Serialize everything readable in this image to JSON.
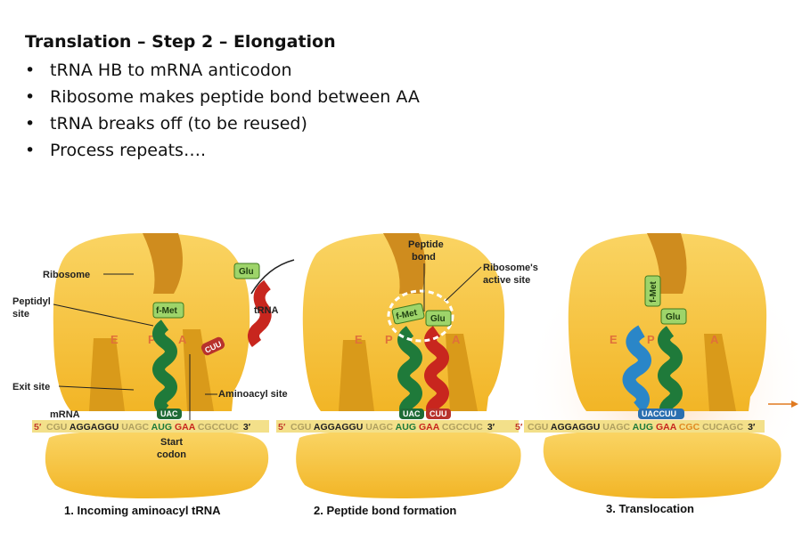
{
  "slide": {
    "title": "Translation – Step 2 – Elongation",
    "bullets": [
      "tRNA HB to mRNA anticodon",
      "Ribosome makes peptide bond between AA",
      "tRNA breaks off (to be reused)",
      "Process repeats…."
    ]
  },
  "figure": {
    "labels": {
      "ribosome": "Ribosome",
      "peptidyl_site_1": "Peptidyl",
      "peptidyl_site_2": "site",
      "exit_site": "Exit site",
      "mrna": "mRNA",
      "trna": "tRNA",
      "aminoacyl_site": "Aminoacyl site",
      "start_codon_1": "Start",
      "start_codon_2": "codon",
      "peptide_bond_1": "Peptide",
      "peptide_bond_2": "bond",
      "active_site_1": "Ribosome's",
      "active_site_2": "active site"
    },
    "sites": {
      "e": "E",
      "p": "P",
      "a": "A"
    },
    "amino_acids": {
      "fmet": "f-Met",
      "glu": "Glu"
    },
    "anticodons": {
      "uac": "UAC",
      "cuu": "CUU",
      "uaccuu": "UACCUU"
    },
    "mrna": {
      "five": "5′",
      "three": "3′",
      "seg1": "CGU",
      "seg2": "AGGAGGU",
      "seg3": "UAGC",
      "seg4": "AUG",
      "seg5": "GAA",
      "seg6": "CGCCUC",
      "seg6b": "CGC",
      "seg6c": "CUCAGC"
    },
    "captions": [
      "1. Incoming aminoacyl tRNA",
      "2. Peptide bond formation",
      "3. Translocation"
    ],
    "colors": {
      "ribosome": "#f7c233",
      "ribosome_dark": "#d99a1a",
      "trna_green": "#1f7a3a",
      "trna_red": "#c8261e",
      "trna_blue": "#2a86c8",
      "amino_box": "#9ed46a",
      "mrna_band": "#f3e08a"
    }
  }
}
